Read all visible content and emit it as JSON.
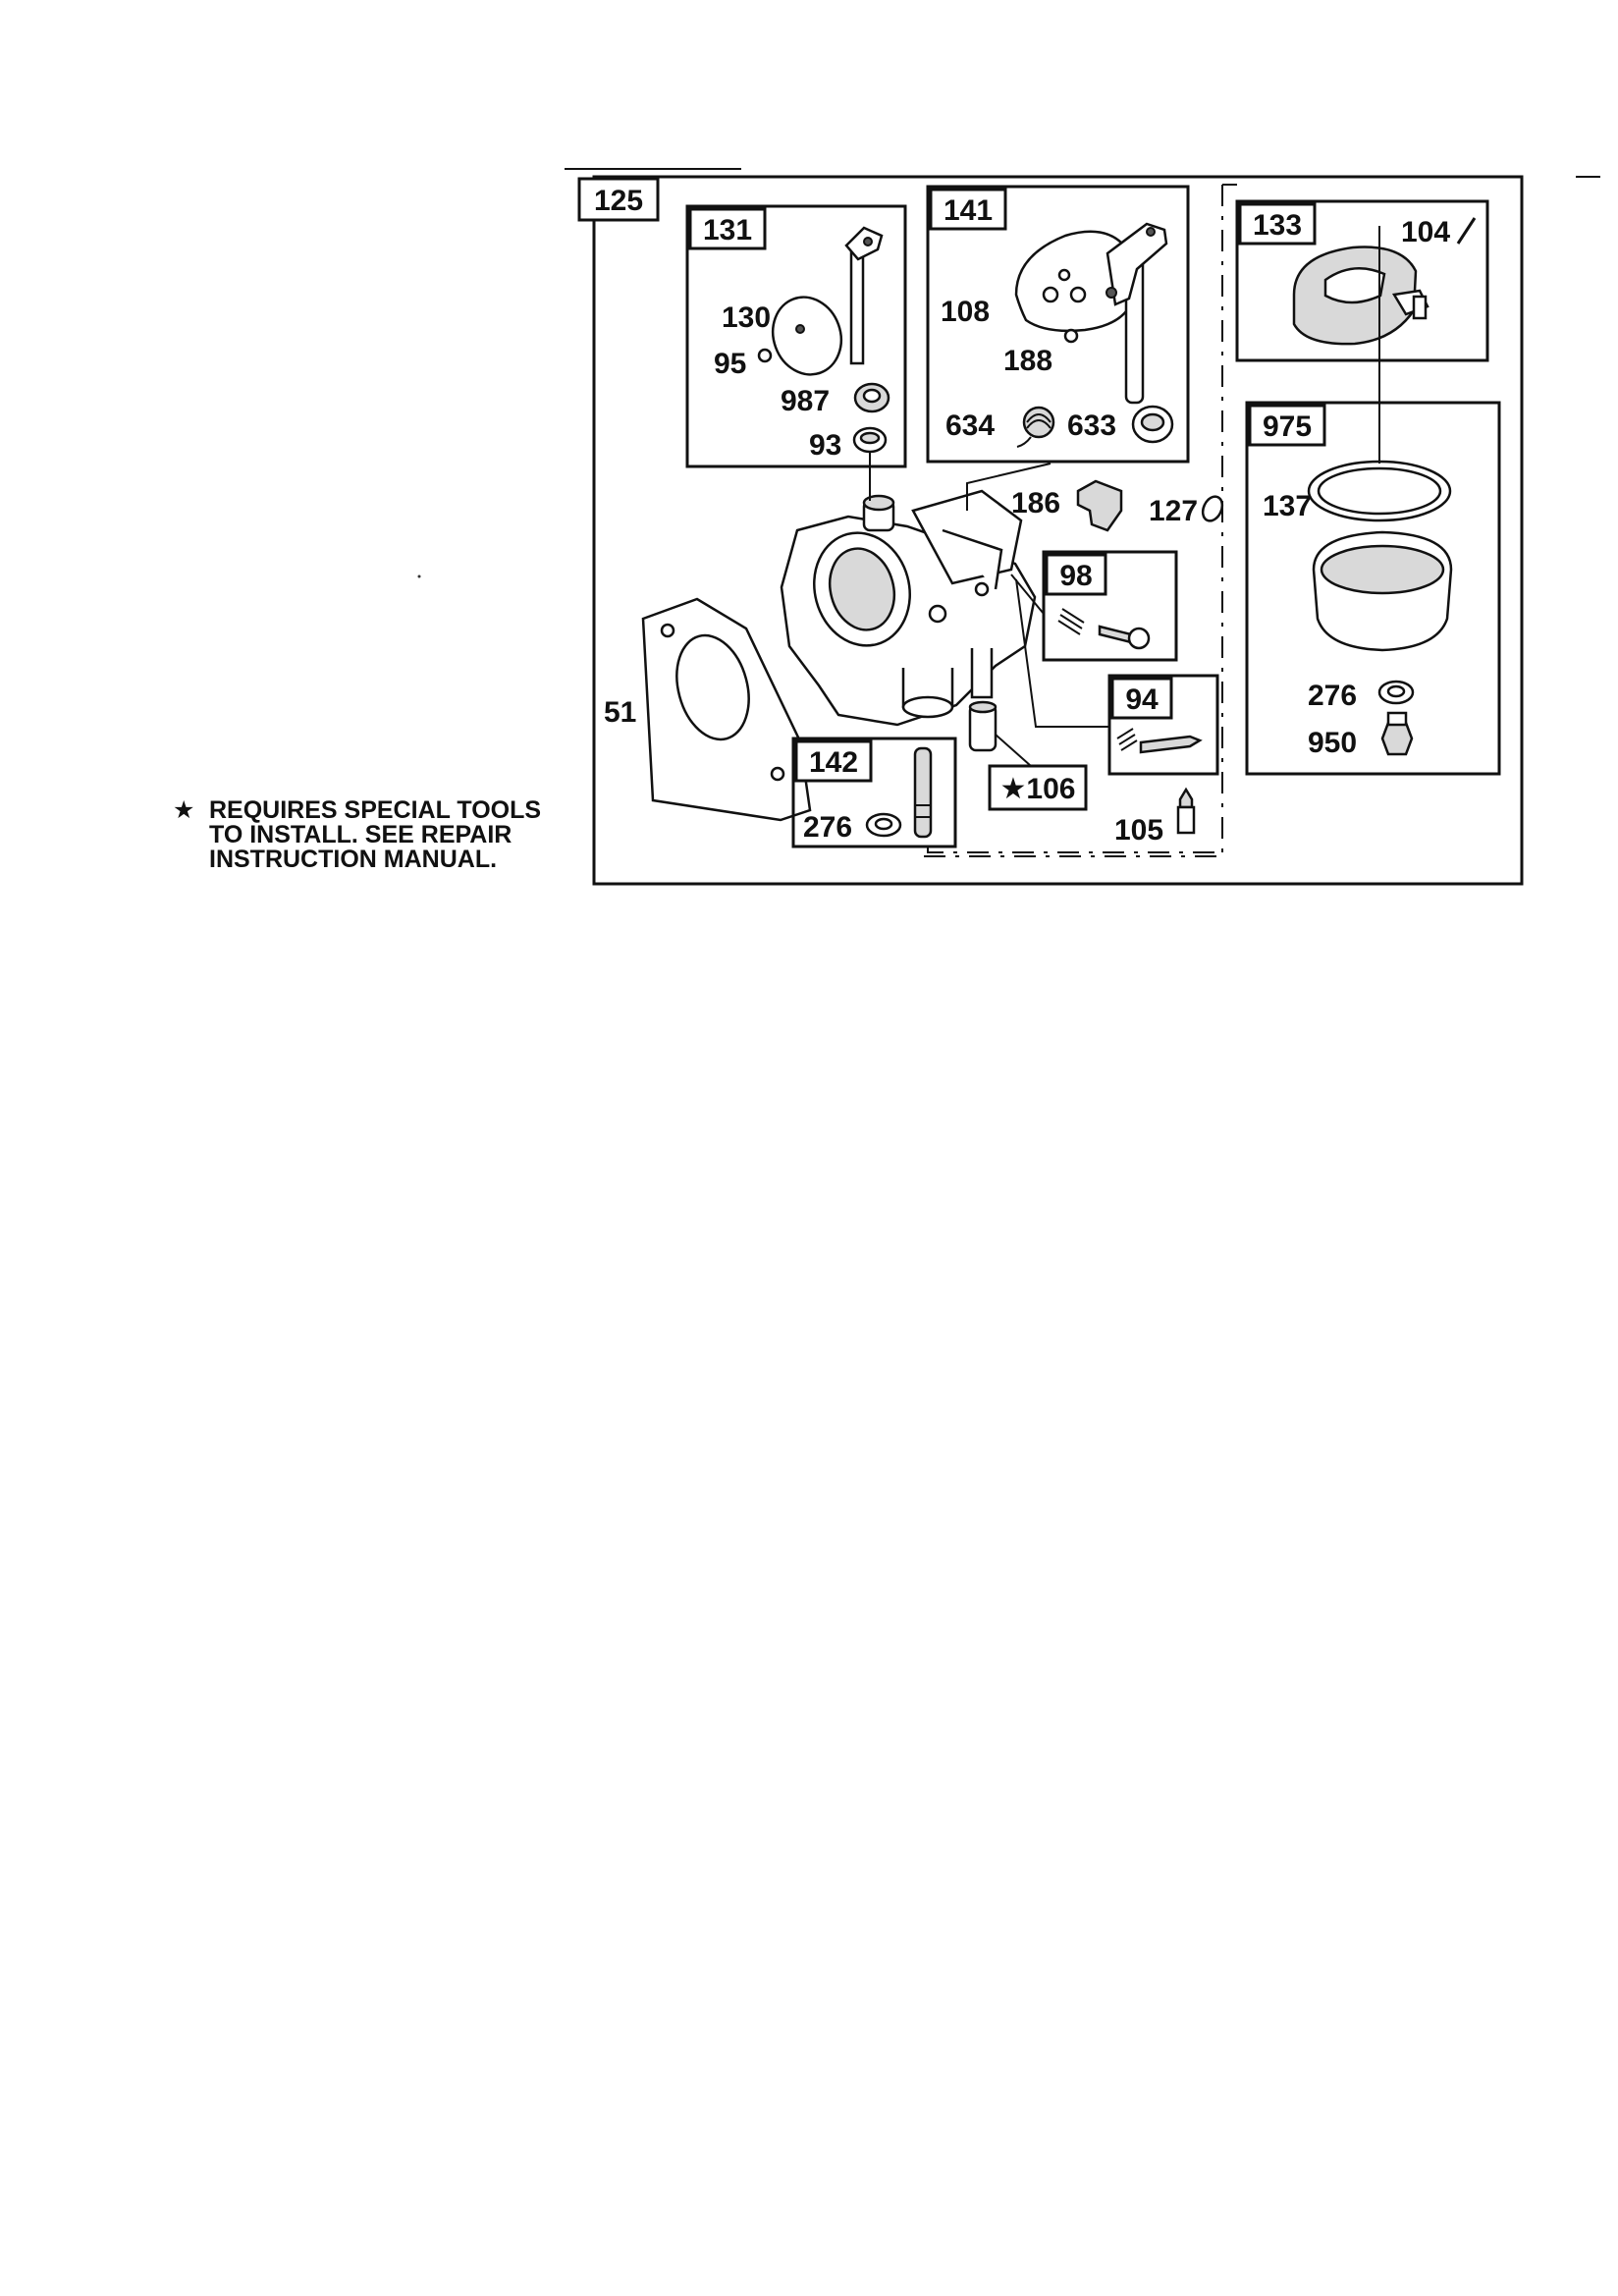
{
  "diagram": {
    "assembly_box": "125",
    "boxes": {
      "box_131": "131",
      "box_141": "141",
      "box_133": "133",
      "box_975": "975",
      "box_98": "98",
      "box_94": "94",
      "box_142": "142",
      "box_106": "★106"
    },
    "parts": {
      "p130": "130",
      "p95": "95",
      "p987": "987",
      "p93": "93",
      "p108": "108",
      "p188": "188",
      "p634": "634",
      "p633": "633",
      "p104": "104",
      "p137": "137",
      "p276a": "276",
      "p950": "950",
      "p186": "186",
      "p127": "127",
      "p51": "51",
      "p276b": "276",
      "p105": "105"
    }
  },
  "note": {
    "star": "★",
    "line1": "REQUIRES SPECIAL TOOLS",
    "line2": "TO INSTALL.  SEE REPAIR",
    "line3": "INSTRUCTION MANUAL."
  }
}
